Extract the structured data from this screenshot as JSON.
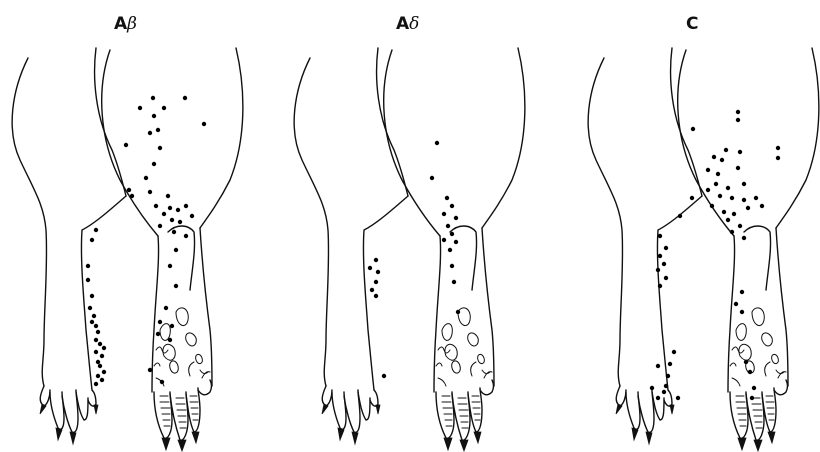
{
  "panels": [
    {
      "id": "abeta",
      "prefix": "A",
      "greek": "β"
    },
    {
      "id": "adelta",
      "prefix": "A",
      "greek": "δ"
    },
    {
      "id": "c",
      "prefix": "C",
      "greek": ""
    }
  ],
  "dot_color": "#000000",
  "line_color": "#111111"
}
